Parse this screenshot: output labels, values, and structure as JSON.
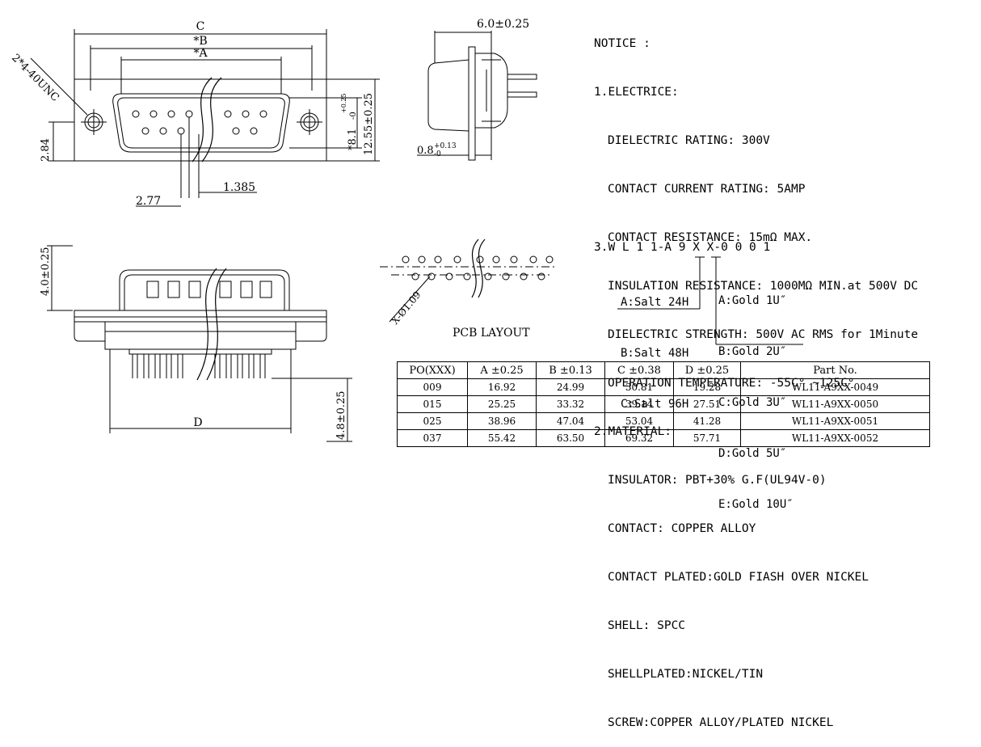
{
  "front": {
    "dim_c": "C",
    "dim_b": "*B",
    "dim_a": "*A",
    "screw": "2*4-40UNC",
    "dim_284": "2.84",
    "dim_277": "2.77",
    "dim_1385": "1.385",
    "dim_h_main": "12.55±0.25",
    "dim_h_inner": "*8.1",
    "dim_h_tol_up": "+0.25",
    "dim_h_tol_dn": "-0"
  },
  "side": {
    "dim_width": "6.0±0.25",
    "dim_plate": "0.8",
    "dim_plate_tol_up": "+0.13",
    "dim_plate_tol_dn": "-0"
  },
  "bottom": {
    "dim_top": "4.0±0.25",
    "dim_pin": "4.8±0.25",
    "dim_d": "D"
  },
  "pcb": {
    "hole": "X-Ø1.09",
    "label": "PCB LAYOUT"
  },
  "notice": {
    "title": "NOTICE :",
    "electric_head": "1.ELECTRICE:",
    "electric": [
      "DIELECTRIC RATING: 300V",
      "CONTACT CURRENT RATING: 5AMP",
      "CONTACT RESISTANCE: 15mΩ MAX.",
      "INSULATION RESISTANCE: 1000MΩ MIN.at 500V DC",
      "DIELECTRIC STRENGTH: 500V AC RMS for 1Minute",
      "OPERATION TEMPERATURE: -55C° ~125C°"
    ],
    "material_head": "2.MATERIAL:",
    "material": [
      "INSULATOR: PBT+30% G.F(UL94V-0)",
      "CONTACT: COPPER ALLOY",
      "CONTACT PLATED:GOLD FIASH OVER NICKEL",
      "SHELL: SPCC",
      "SHELLPLATED:NICKEL/TIN",
      "SCREW:COPPER ALLOY/PLATED NICKEL"
    ]
  },
  "partcode": {
    "code": "3.W L 1 1-A 9 X X-0 0 0 1",
    "salt": [
      "A:Salt 24H",
      "B:Salt 48H",
      "C:Salt 96H"
    ],
    "gold": [
      "A:Gold 1U″",
      "B:Gold 2U″",
      "C:Gold 3U″",
      "D:Gold 5U″",
      "E:Gold 10U″"
    ]
  },
  "table": {
    "headers": [
      "PO(XXX)",
      "A ±0.25",
      "B ±0.13",
      "C ±0.38",
      "D ±0.25",
      "Part  No."
    ],
    "rows": [
      [
        "009",
        "16.92",
        "24.99",
        "30.81",
        "19.28",
        "WL11-A9XX-0049"
      ],
      [
        "015",
        "25.25",
        "33.32",
        "39.14",
        "27.51",
        "WL11-A9XX-0050"
      ],
      [
        "025",
        "38.96",
        "47.04",
        "53.04",
        "41.28",
        "WL11-A9XX-0051"
      ],
      [
        "037",
        "55.42",
        "63.50",
        "69.32",
        "57.71",
        "WL11-A9XX-0052"
      ]
    ]
  }
}
